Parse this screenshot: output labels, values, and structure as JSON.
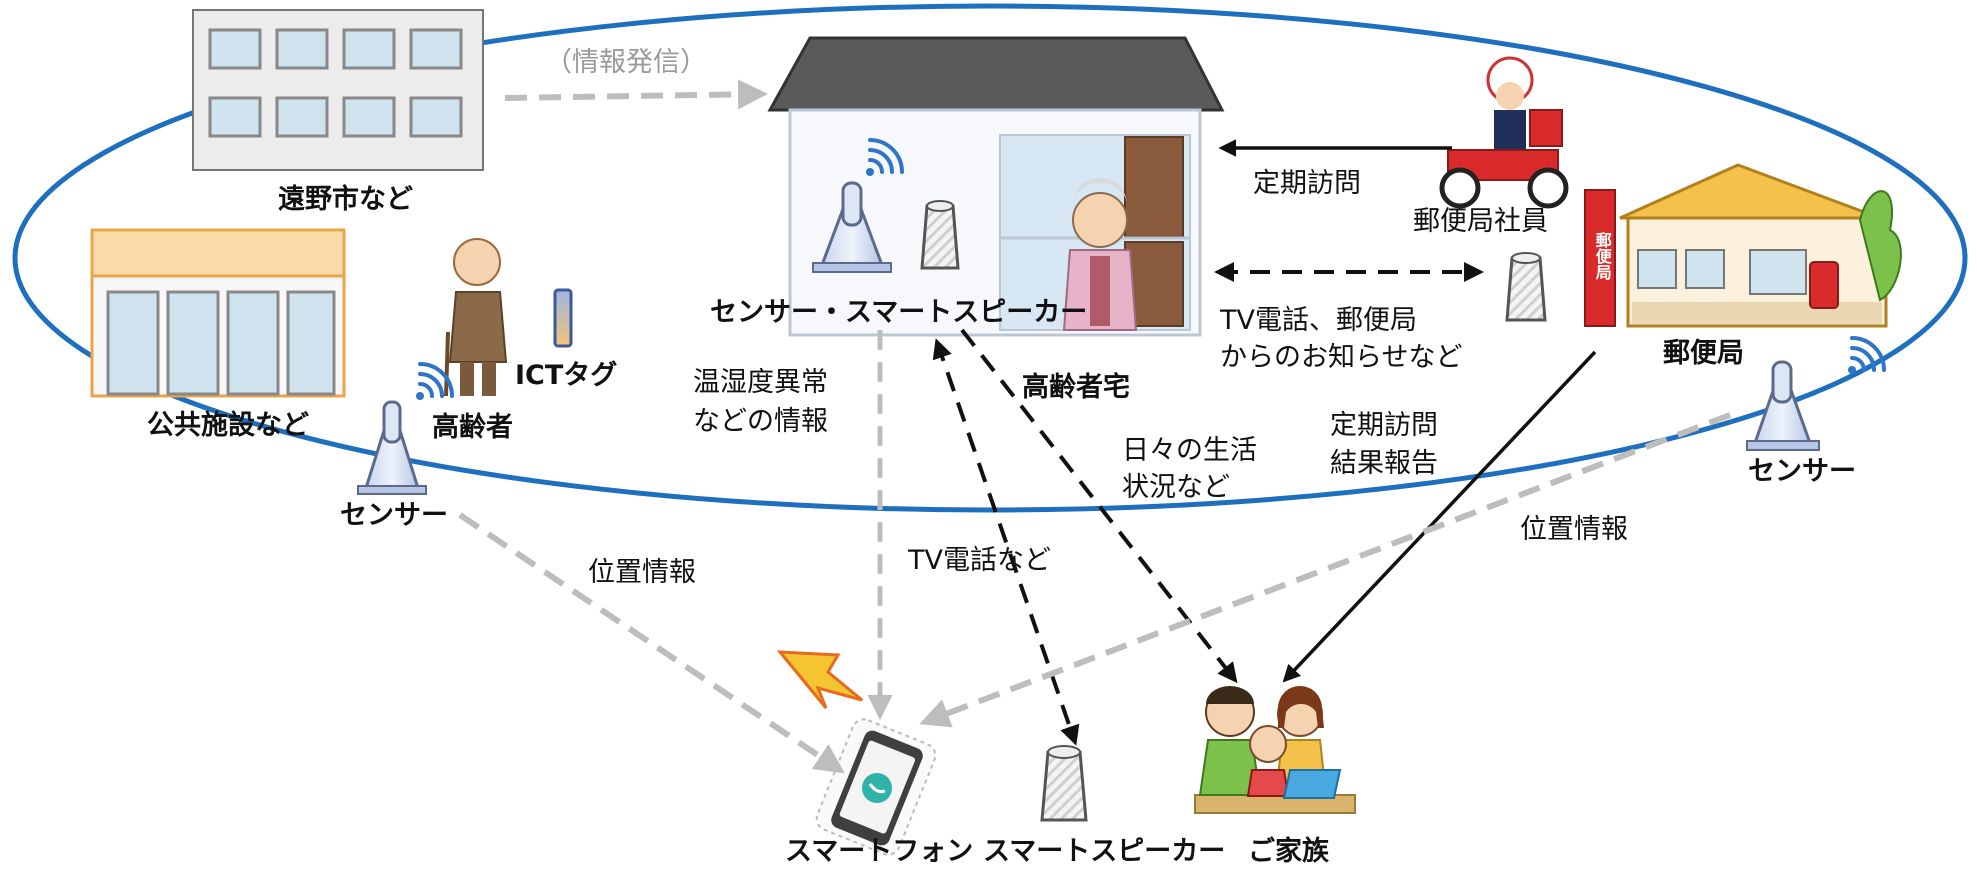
{
  "nodes": {
    "city": "遠野市など",
    "public_facility": "公共施設など",
    "elderly": "高齢者",
    "ict_tag": "ICTタグ",
    "sensor_left": "センサー",
    "home_devices": "センサー・スマートスピーカー",
    "elderly_home": "高齢者宅",
    "post_worker": "郵便局社員",
    "post_office": "郵便局",
    "sensor_right": "センサー",
    "smartphone": "スマートフォン",
    "smart_speaker": "スマートスピーカー",
    "family": "ご家族"
  },
  "flows": {
    "info_broadcast": "（情報発信）",
    "regular_visit": "定期訪問",
    "tv_call_notice_1": "TV電話、郵便局",
    "tv_call_notice_2": "からのお知らせなど",
    "temp_humidity_1": "温湿度異常",
    "temp_humidity_2": "などの情報",
    "daily_life_1": "日々の生活",
    "daily_life_2": "状況など",
    "visit_report_1": "定期訪問",
    "visit_report_2": "結果報告",
    "location_left": "位置情報",
    "location_right": "位置情報",
    "tv_call": "TV電話など"
  },
  "post_sign": "郵便局",
  "colors": {
    "ellipse": "#1f6fbf",
    "gray_arrow": "#bdbdbd",
    "black_arrow": "#111111",
    "wifi": "#2e74c9"
  }
}
